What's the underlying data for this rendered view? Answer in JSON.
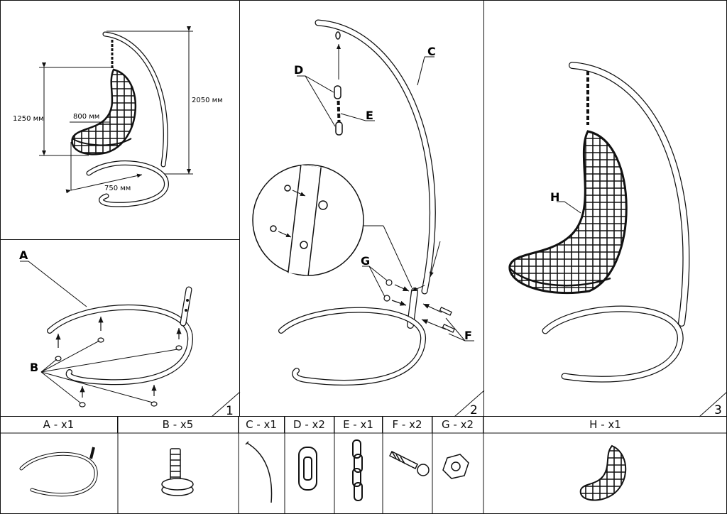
{
  "dimensions": {
    "total_height": "2050 мм",
    "seat_height": "1250 мм",
    "width": "800 мм",
    "depth": "750 мм"
  },
  "steps": [
    "1",
    "2",
    "3"
  ],
  "callouts": {
    "A": "A",
    "B": "B",
    "C": "C",
    "D": "D",
    "E": "E",
    "F": "F",
    "G": "G",
    "H": "H"
  },
  "parts": [
    {
      "label": "A - x1",
      "icon": "base-ring-icon"
    },
    {
      "label": "B - x5",
      "icon": "foot-bolt-icon"
    },
    {
      "label": "C - x1",
      "icon": "arc-post-icon"
    },
    {
      "label": "D - x2",
      "icon": "carabiner-icon"
    },
    {
      "label": "E - x1",
      "icon": "chain-icon"
    },
    {
      "label": "F - x2",
      "icon": "screw-icon"
    },
    {
      "label": "G - x2",
      "icon": "nut-icon"
    },
    {
      "label": "H - x1",
      "icon": "chair-basket-icon"
    }
  ]
}
